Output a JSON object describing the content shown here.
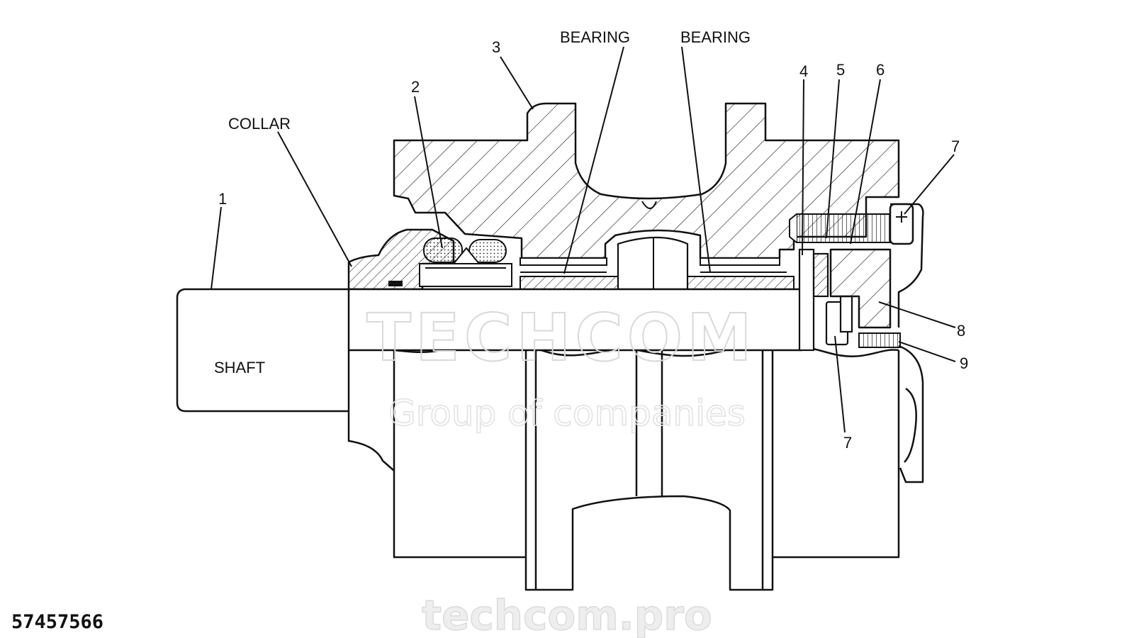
{
  "labels": {
    "shaft": "SHAFT",
    "collar": "COLLAR",
    "bearing_1": "BEARING",
    "bearing_2": "BEARING",
    "n1": "1",
    "n2": "2",
    "n3": "3",
    "n4": "4",
    "n5": "5",
    "n6": "6",
    "n7_top": "7",
    "n7_bottom": "7",
    "n8": "8",
    "n9": "9"
  },
  "part_number": "57457566",
  "watermark": {
    "brand": "TECHCOM",
    "tagline": "Group of companies",
    "site": "techcom.pro"
  }
}
